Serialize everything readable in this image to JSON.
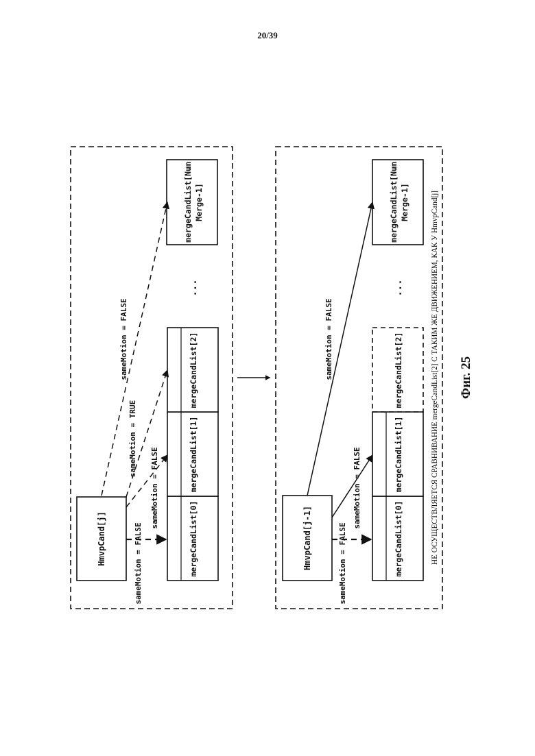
{
  "page_number": "20/39",
  "panels": [
    {
      "source": "HmvpCand[j]",
      "cells": [
        "mergeCandList[0]",
        "mergeCandList[1]",
        "mergeCandList[2]"
      ],
      "ellipsis": "...",
      "last": [
        "mergeCandList[Num",
        "Merge-1]"
      ],
      "labels": [
        "sameMotion = FALSE",
        "sameMotion = FALSE",
        "sameMotion = TRUE",
        "sameMotion = FALSE"
      ]
    },
    {
      "source": "HmvpCand[j-1]",
      "cells": [
        "mergeCandList[0]",
        "mergeCandList[1]",
        "mergeCandList[2]"
      ],
      "ellipsis": "...",
      "last": [
        "mergeCandList[Num",
        "Merge-1]"
      ],
      "labels": [
        "sameMotion = FALSE",
        "sameMotion = FALSE",
        "sameMotion = FALSE"
      ],
      "note": "НЕ ОСУЩЕСТВЛЯЕТСЯ СРАВНИВАНИЕ mergeCandList[2] С ТАКИМ ЖЕ ДВИЖЕНИЕМ, КАК У HmvpCand[j]"
    }
  ],
  "caption": "Фиг. 25"
}
